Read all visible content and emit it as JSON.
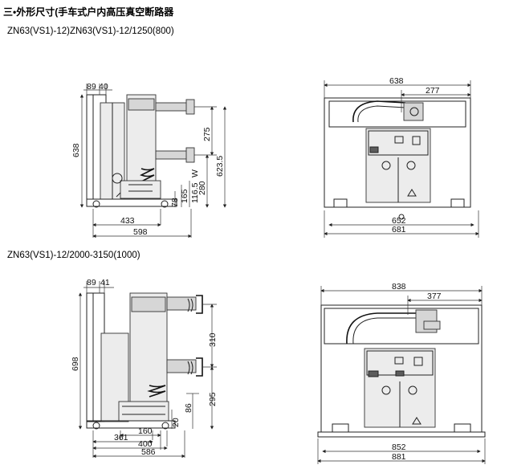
{
  "header": {
    "title": "三•外形尺寸(手车式户内高压真空断路器",
    "model_top": "ZN63(VS1)-12)ZN63(VS1)-12/1250(800)",
    "model_bottom": "ZN63(VS1)-12/2000-3150(1000)"
  },
  "top_side_view": {
    "dims": {
      "d89": "89",
      "d40": "40",
      "d638": "638",
      "d275": "275",
      "d623_5": "623.5",
      "d280": "280",
      "d165": "165",
      "d78": "78",
      "d116_5": "116.5",
      "d433": "433",
      "d598": "598",
      "dW": "W"
    }
  },
  "top_front_view": {
    "dims": {
      "d638": "638",
      "d277": "277",
      "d652": "652",
      "d681": "681"
    }
  },
  "bottom_side_view": {
    "dims": {
      "d89": "89",
      "d41": "41",
      "d698": "698",
      "d310": "310",
      "d295": "295",
      "d86": "86",
      "d20": "20",
      "d160": "160",
      "d361": "361",
      "d400": "400",
      "d586": "586"
    }
  },
  "bottom_front_view": {
    "dims": {
      "d838": "838",
      "d377": "377",
      "d852": "852",
      "d881": "881"
    }
  }
}
